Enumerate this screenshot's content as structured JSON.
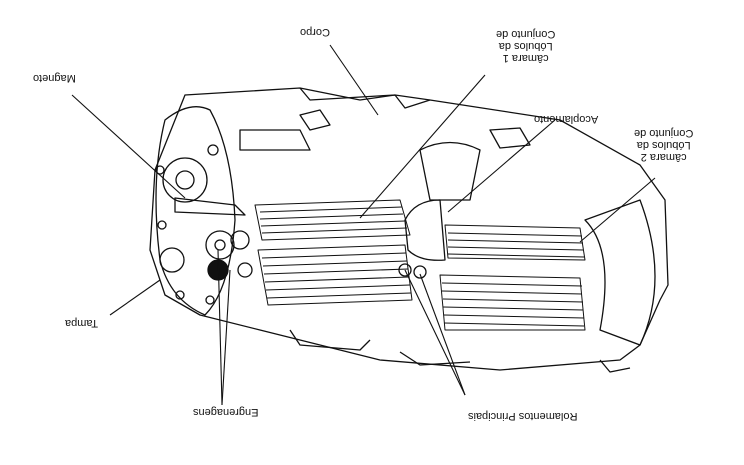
{
  "figure": {
    "labels": {
      "corpo": "Corpo",
      "conjunto_camara1": [
        "Conjunto de",
        "Lóbulos da",
        "câmara 1"
      ],
      "magneto": "Magneto",
      "acoplamento": "Acoplamento",
      "conjunto_camara2": [
        "Conjunto de",
        "Lóbulos da",
        "câmara 2"
      ],
      "tampa": "Tampa",
      "engrenagens": "Engrenagens",
      "rolamentos": "Rolamentos Principais"
    },
    "colors": {
      "line": "#111111",
      "background": "#ffffff",
      "shade": "#cfcfcf"
    }
  }
}
